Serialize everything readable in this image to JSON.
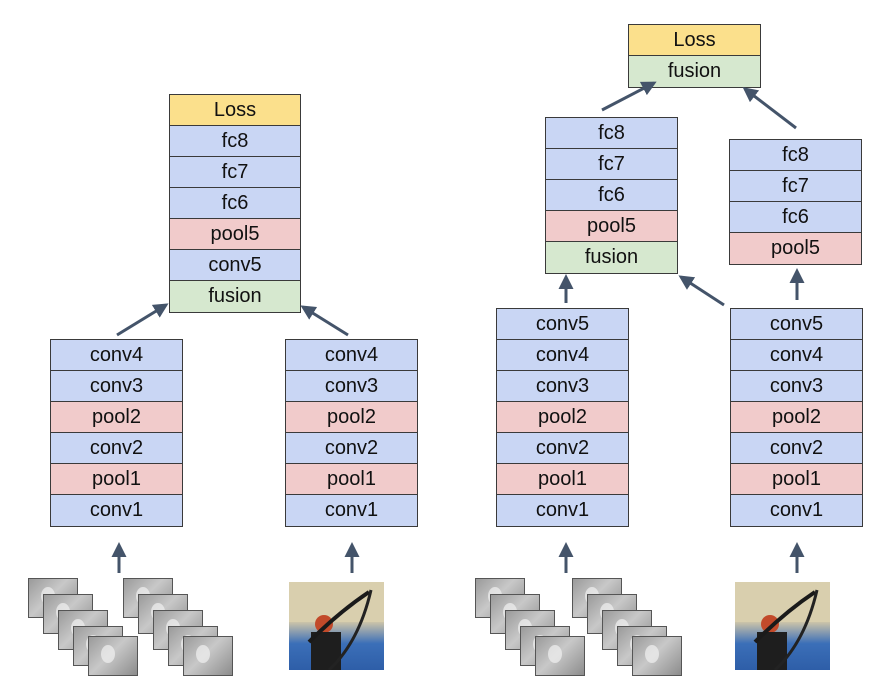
{
  "left_model": {
    "top_stack": [
      "Loss",
      "fc8",
      "fc7",
      "fc6",
      "pool5",
      "conv5",
      "fusion"
    ],
    "stream_a": [
      "conv4",
      "conv3",
      "pool2",
      "conv2",
      "pool1",
      "conv1"
    ],
    "stream_b": [
      "conv4",
      "conv3",
      "pool2",
      "conv2",
      "pool1",
      "conv1"
    ]
  },
  "right_model": {
    "top_stack": [
      "Loss",
      "fusion"
    ],
    "mid_left": [
      "fc8",
      "fc7",
      "fc6",
      "pool5",
      "fusion"
    ],
    "mid_right": [
      "fc8",
      "fc7",
      "fc6",
      "pool5"
    ],
    "stream_a": [
      "conv5",
      "conv4",
      "conv3",
      "pool2",
      "conv2",
      "pool1",
      "conv1"
    ],
    "stream_b": [
      "conv5",
      "conv4",
      "conv3",
      "pool2",
      "conv2",
      "pool1",
      "conv1"
    ]
  },
  "colors": {
    "conv_fc": "#c9d6f4",
    "pool": "#f1cbcb",
    "fusion": "#d6e8cf",
    "loss": "#fbe08c",
    "arrow": "#44546a"
  }
}
